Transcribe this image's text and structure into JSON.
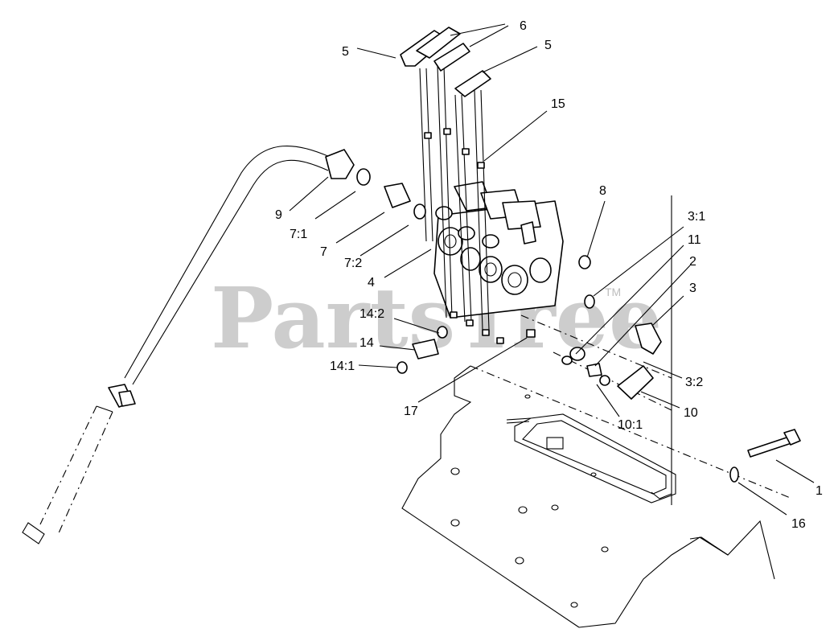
{
  "watermark": {
    "text": "PartsTree",
    "tm": "TM"
  },
  "callouts": {
    "c6": "6",
    "c5a": "5",
    "c5b": "5",
    "c15": "15",
    "c8": "8",
    "c9": "9",
    "c7_1": "7:1",
    "c7": "7",
    "c7_2": "7:2",
    "c4": "4",
    "c3_1": "3:1",
    "c11": "11",
    "c2": "2",
    "c3": "3",
    "c14_2": "14:2",
    "c14": "14",
    "c14_1": "14:1",
    "c3_2": "3:2",
    "c10": "10",
    "c10_1": "10:1",
    "c17": "17",
    "c1": "1",
    "c16": "16"
  }
}
